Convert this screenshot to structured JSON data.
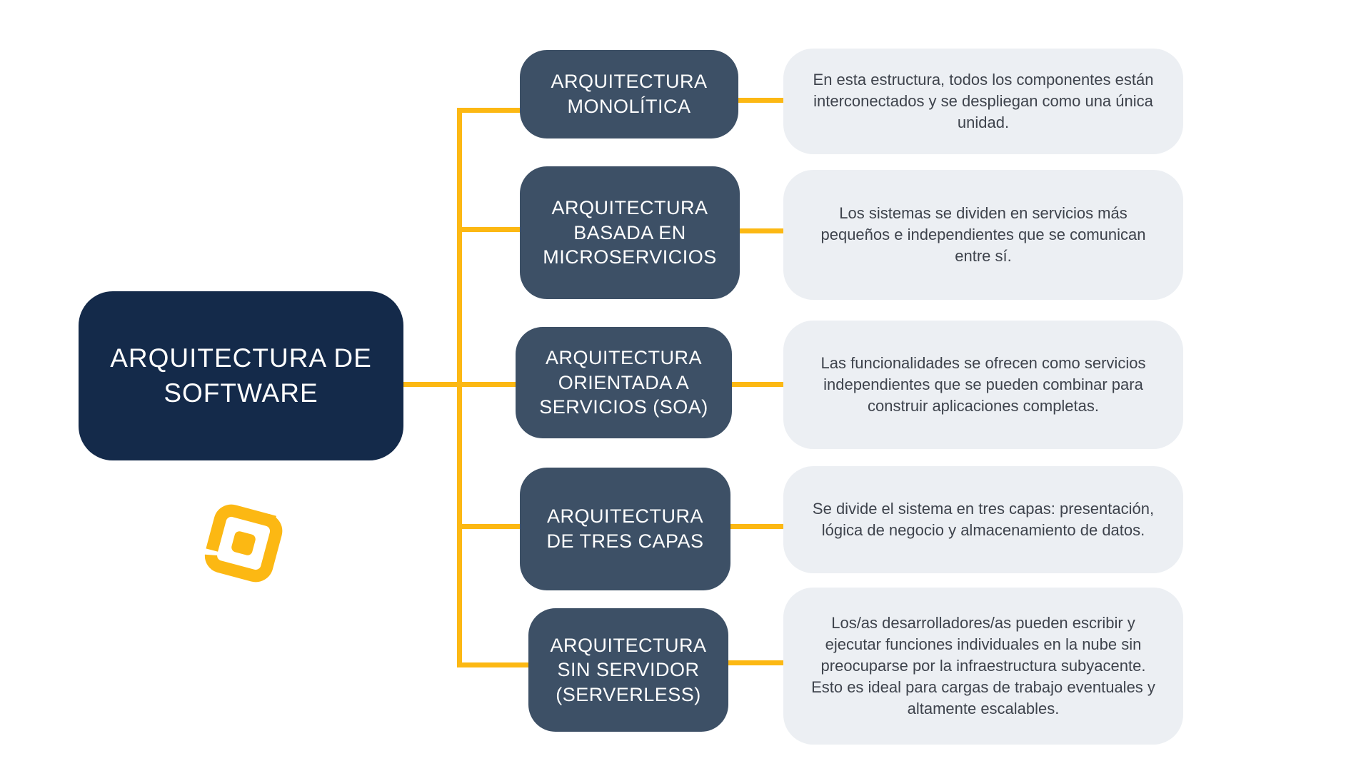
{
  "root": {
    "title": "ARQUITECTURA DE\nSOFTWARE"
  },
  "branches": [
    {
      "label": "ARQUITECTURA\nMONOLÍTICA",
      "description": "En esta estructura, todos los componentes están interconectados y se despliegan como una única unidad."
    },
    {
      "label": "ARQUITECTURA\nBASADA EN\nMICROSERVICIOS",
      "description": "Los sistemas se dividen en servicios más pequeños e independientes que se comunican entre sí."
    },
    {
      "label": "ARQUITECTURA\nORIENTADA A\nSERVICIOS (SOA)",
      "description": "Las funcionalidades se ofrecen como servicios independientes que se pueden combinar para construir aplicaciones completas."
    },
    {
      "label": "ARQUITECTURA\nDE TRES CAPAS",
      "description": "Se divide el sistema en tres capas: presentación, lógica de negocio y almacenamiento de datos."
    },
    {
      "label": "ARQUITECTURA\nSIN SERVIDOR\n(SERVERLESS)",
      "description": "Los/as desarrolladores/as pueden escribir y ejecutar funciones individuales en la nube sin preocuparse por la infraestructura subyacente. Esto es ideal para cargas de trabajo eventuales y altamente escalables."
    }
  ],
  "icons": {
    "logo": "brand-logo"
  },
  "colors": {
    "background": "#FFFFFF",
    "root_bg": "#142A4A",
    "node_bg": "#3D5066",
    "desc_bg": "#ECEFF3",
    "node_text": "#FFFFFF",
    "desc_text": "#3E434C",
    "connector": "#FCB813",
    "logo": "#FCB813"
  }
}
